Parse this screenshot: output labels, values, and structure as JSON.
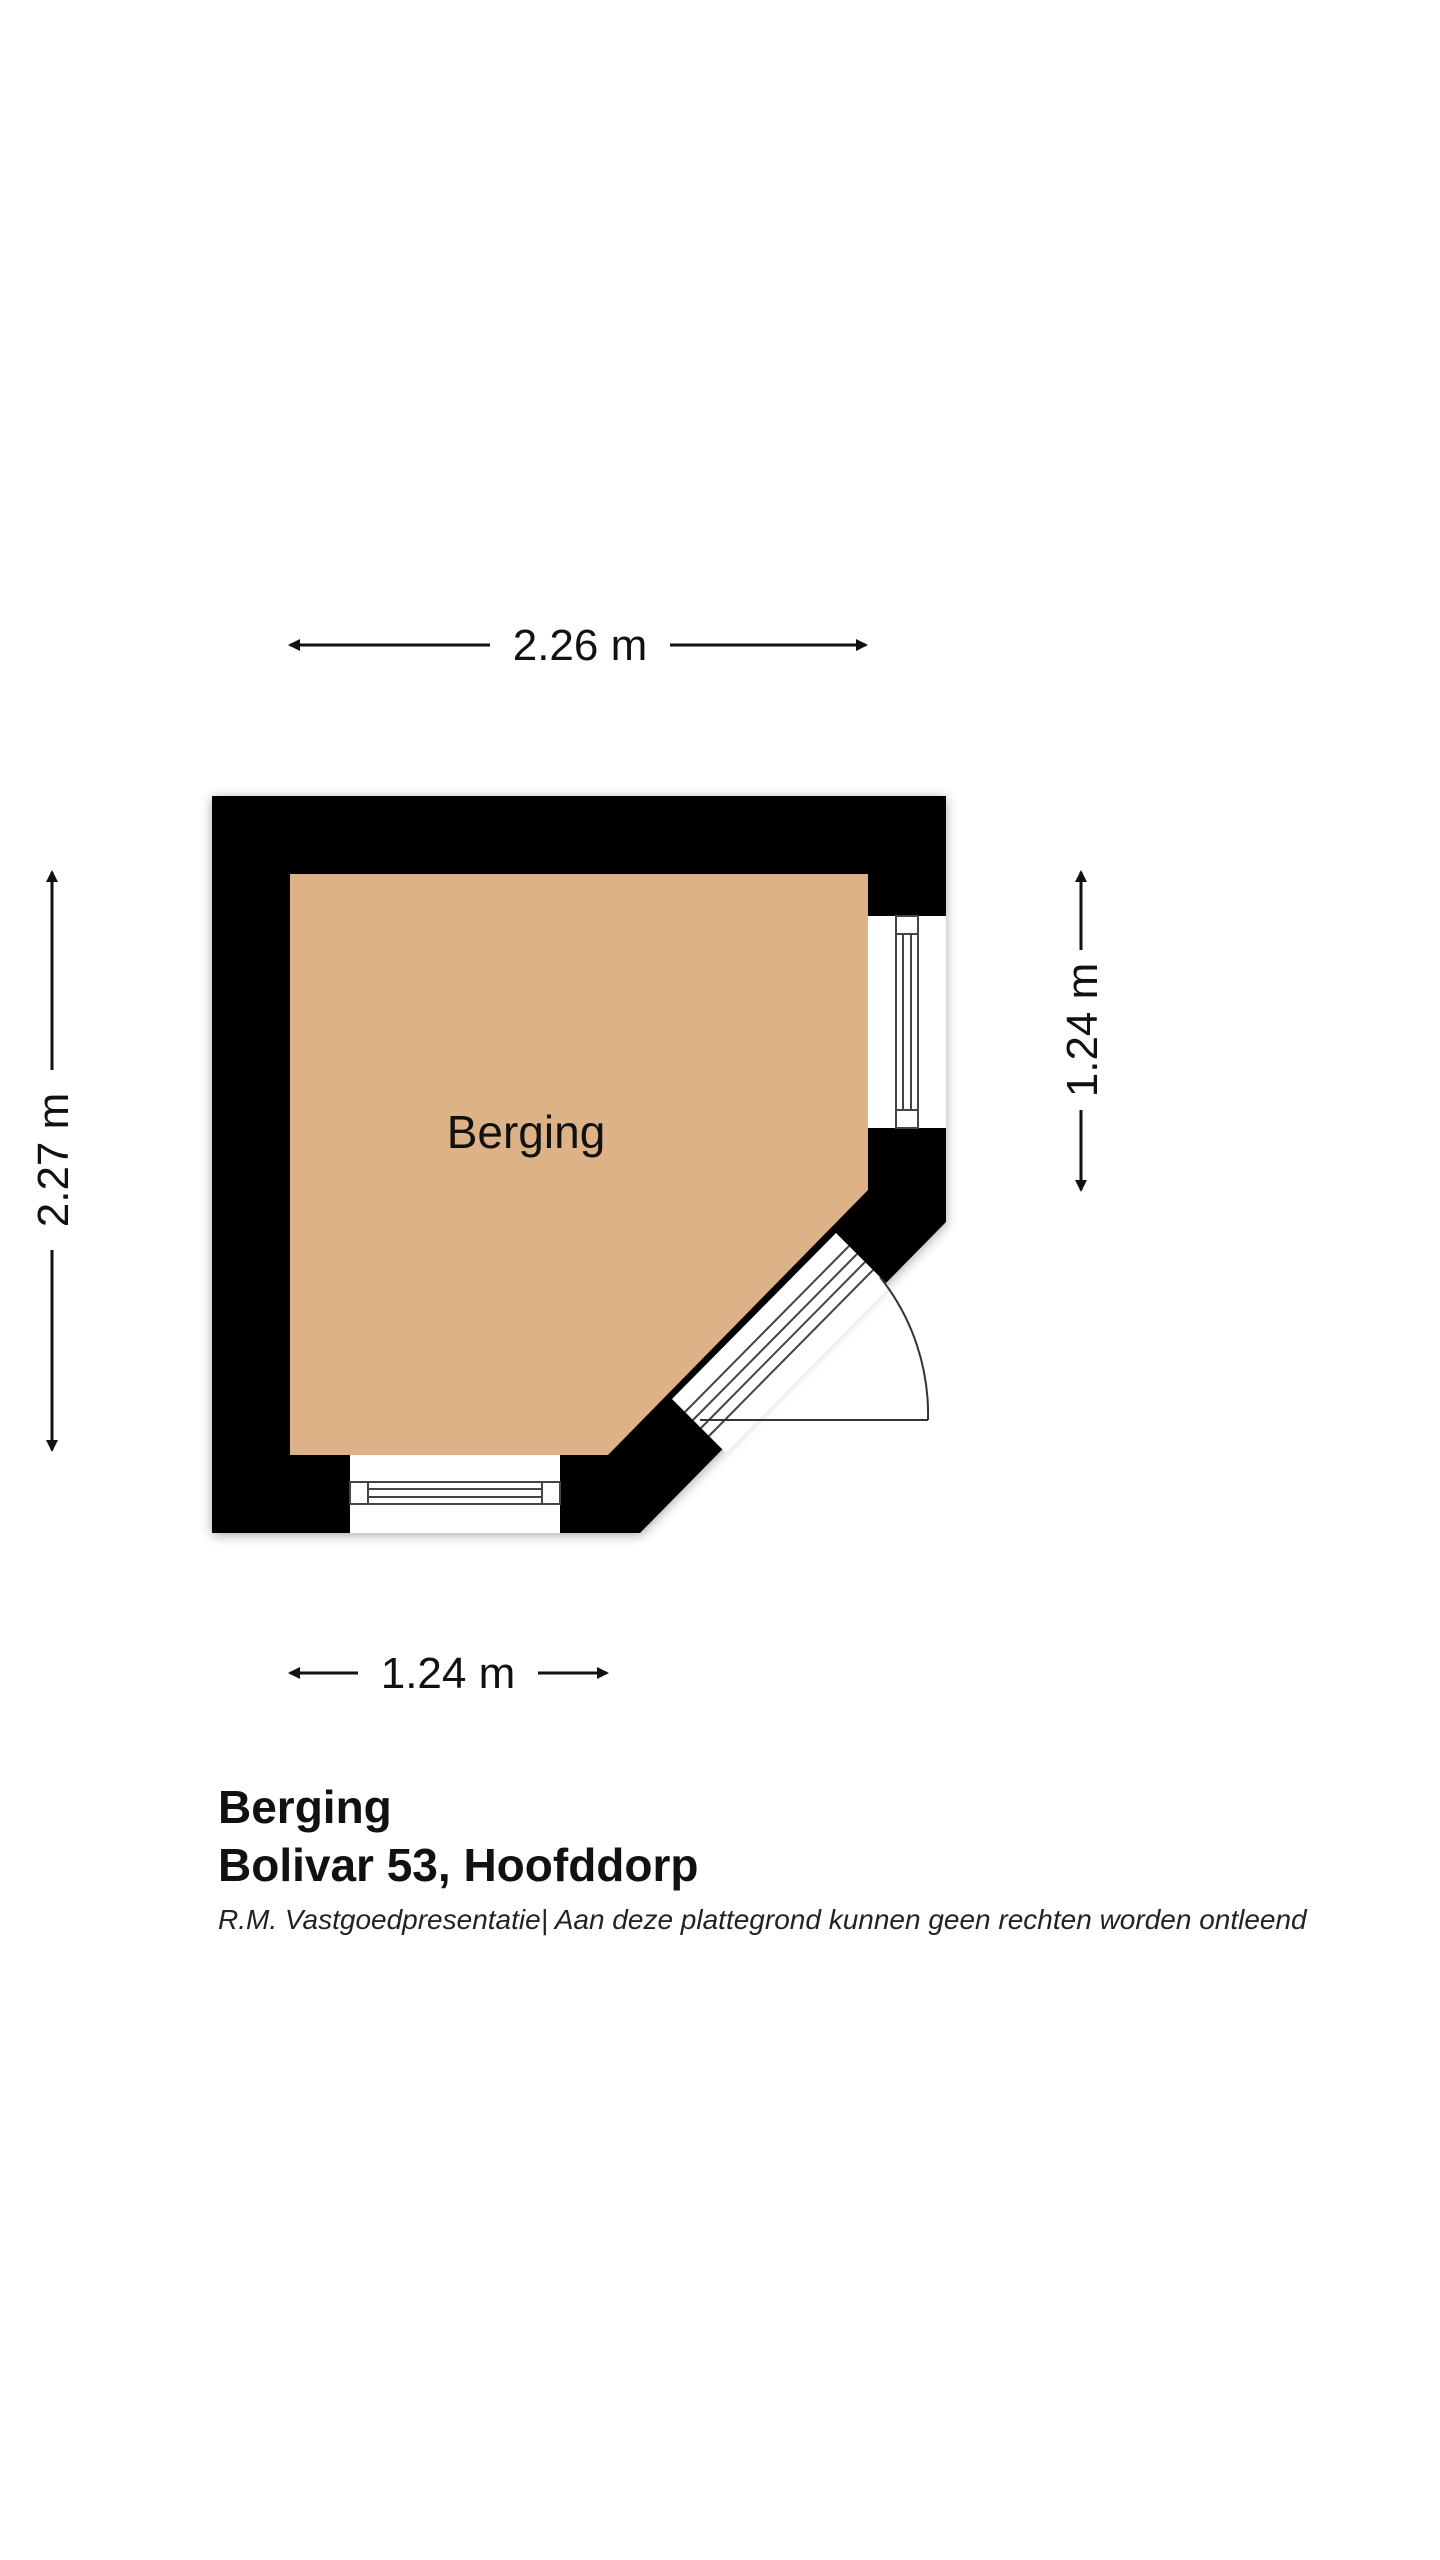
{
  "floorplan": {
    "room_label": "Berging",
    "dimensions": {
      "top_width": "2.26 m",
      "left_height": "2.27 m",
      "right_height": "1.24 m",
      "bottom_width": "1.24 m"
    },
    "colors": {
      "wall": "#000000",
      "floor": "#ddb287",
      "window_frame": "#444444",
      "background": "#ffffff"
    }
  },
  "caption": {
    "title": "Berging",
    "address": "Bolivar 53, Hoofddorp",
    "disclaimer": "R.M. Vastgoedpresentatie| Aan deze plattegrond kunnen geen rechten worden ontleend"
  }
}
